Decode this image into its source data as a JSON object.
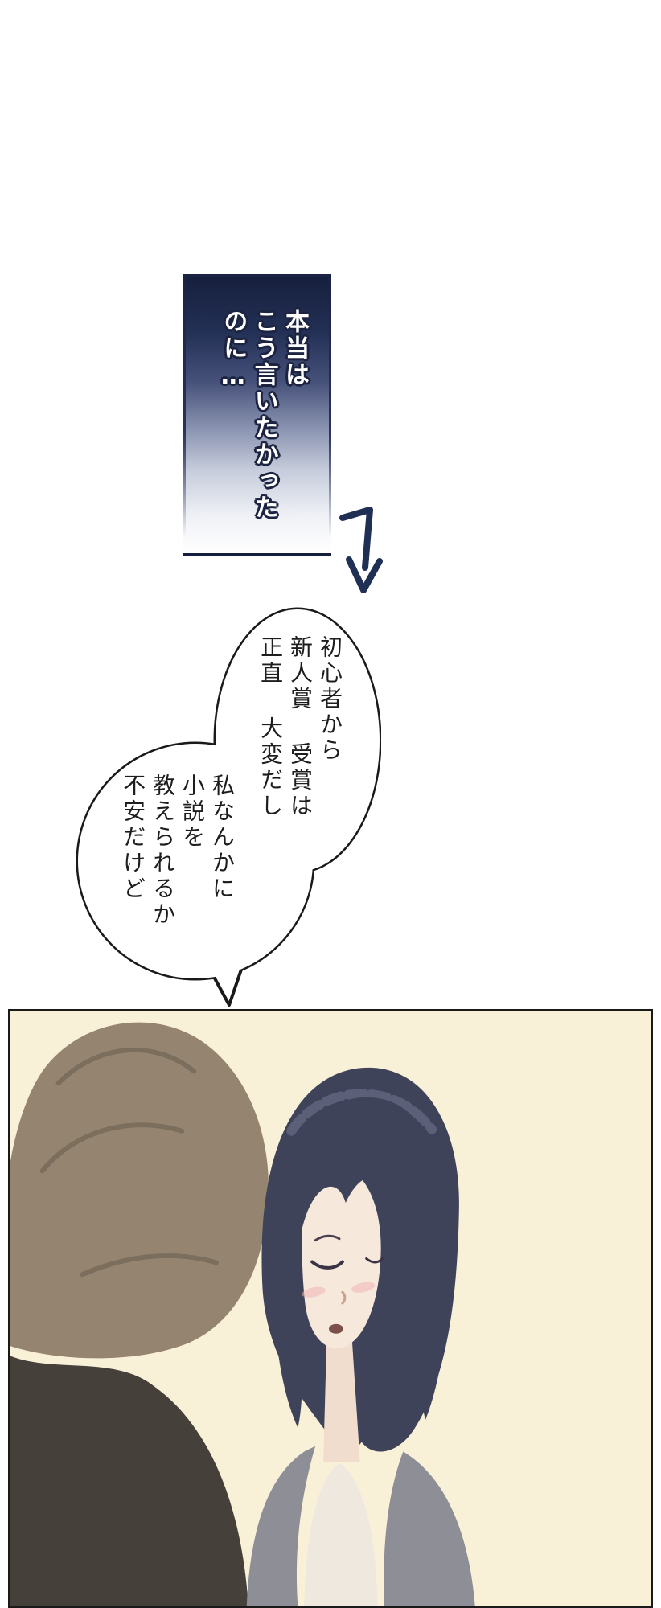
{
  "caption": {
    "lines": [
      "本当は",
      "こう言いたかった",
      "のに…"
    ]
  },
  "speech_bubble": {
    "right_lines": [
      "初心者から",
      "新人賞 受賞は",
      "正直 大変だし"
    ],
    "left_lines": [
      "私なんかに",
      "小説を",
      "教えられるか",
      "不安だけど"
    ]
  },
  "colors": {
    "caption_top": "#161f3d",
    "caption_navy": "#1c2442",
    "arrow": "#203055",
    "panel_bg": "#f9f0d8",
    "panel_border": "#1a1a1a",
    "man_hair": "#95846f",
    "man_hair_shadow": "#7c6e5c",
    "man_jacket": "#45403a",
    "woman_hair": "#3e4359",
    "woman_hair_light": "#5b6078",
    "skin": "#f7e8dc",
    "skin_shadow": "#f1ddce",
    "blush": "#f0b4b6",
    "cardigan": "#8e8e96",
    "top_shirt": "#eee8de",
    "line_dark": "#3a3344",
    "mouth": "#7d4f49"
  }
}
